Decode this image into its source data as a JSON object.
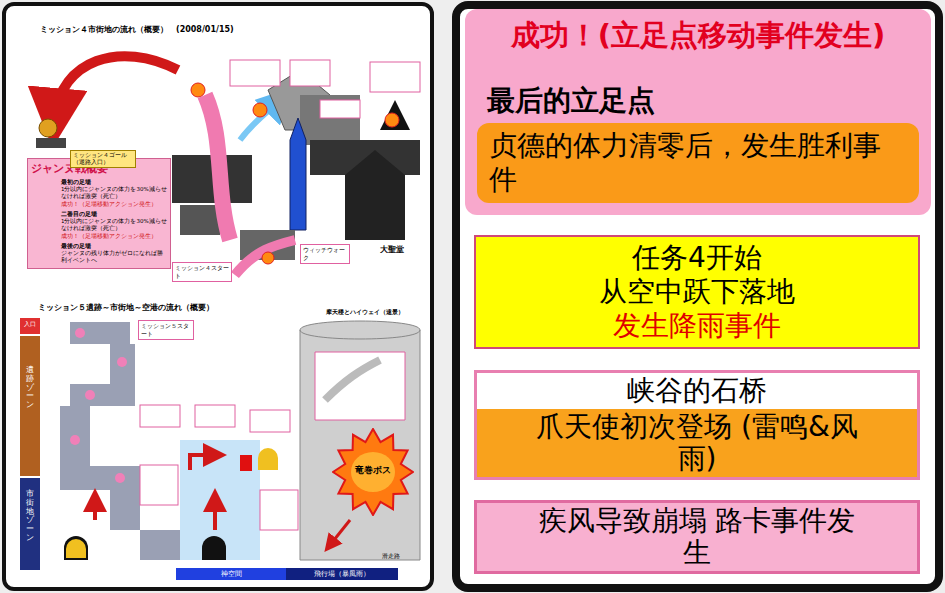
{
  "diagram": {
    "nodes": [
      {
        "text": [
          "成功！(立足点移动事件发生)",
          "最后的立足点"
        ]
      },
      {
        "text": [
          "贞德的体力清零后，发生胜利事件"
        ],
        "in": 0
      },
      {
        "text": [
          "任务4开始",
          "从空中跃下落地",
          "发生降雨事件"
        ]
      },
      {
        "text": [
          "峡谷的石桥"
        ]
      },
      {
        "text": [
          "爪天使初次登场 (雷鸣&风雨)"
        ],
        "in": 3
      },
      {
        "text": [
          "疾风导致崩塌 路卡事件发生"
        ]
      },
      {
        "text": [
          "ジャンヌ戦概要"
        ]
      },
      {
        "text": [
          "最初の足場",
          "1分以内にジャンヌの体力を30%減らせなければ激突（死亡）"
        ],
        "in": 6
      },
      {
        "text": [
          "成功！（足場移動アクション発生）"
        ],
        "in": 6
      },
      {
        "text": [
          "二番目の足場",
          "1分以内にジャンヌの体力を30%減らせなければ激突（死亡）"
        ],
        "in": 6
      },
      {
        "text": [
          "成功！（足場移動アクション発生）"
        ],
        "in": 6
      },
      {
        "text": [
          "最後の足場",
          "ジャンヌの残り体力がゼロになれば勝利イベントへ"
        ],
        "in": 6
      },
      {
        "text": [
          "ミッション４ゴール（退路入口）"
        ]
      },
      {
        "text": [
          "ミッション４スタート"
        ]
      },
      {
        "text": [
          "ウィッチウォーク"
        ]
      },
      {
        "text": [
          "ミッション５スタート"
        ]
      },
      {
        "text": [
          "竜巻ボス"
        ]
      },
      {
        "text": [
          "入口"
        ]
      },
      {
        "text": [
          "遺跡ゾーン"
        ]
      },
      {
        "text": [
          "市街地ゾーン"
        ]
      },
      {
        "text": [
          "神空間"
        ]
      },
      {
        "text": [
          "飛行場（暴風雨）"
        ]
      }
    ],
    "labels": [
      "ミッション４市街地の流れ（概要）　(2008/01/15)",
      "ミッション５遺跡～市街地～空港の流れ（概要）",
      "大聖堂",
      "摩天楼とハイウェイ（遠景）",
      "滑走路"
    ]
  }
}
